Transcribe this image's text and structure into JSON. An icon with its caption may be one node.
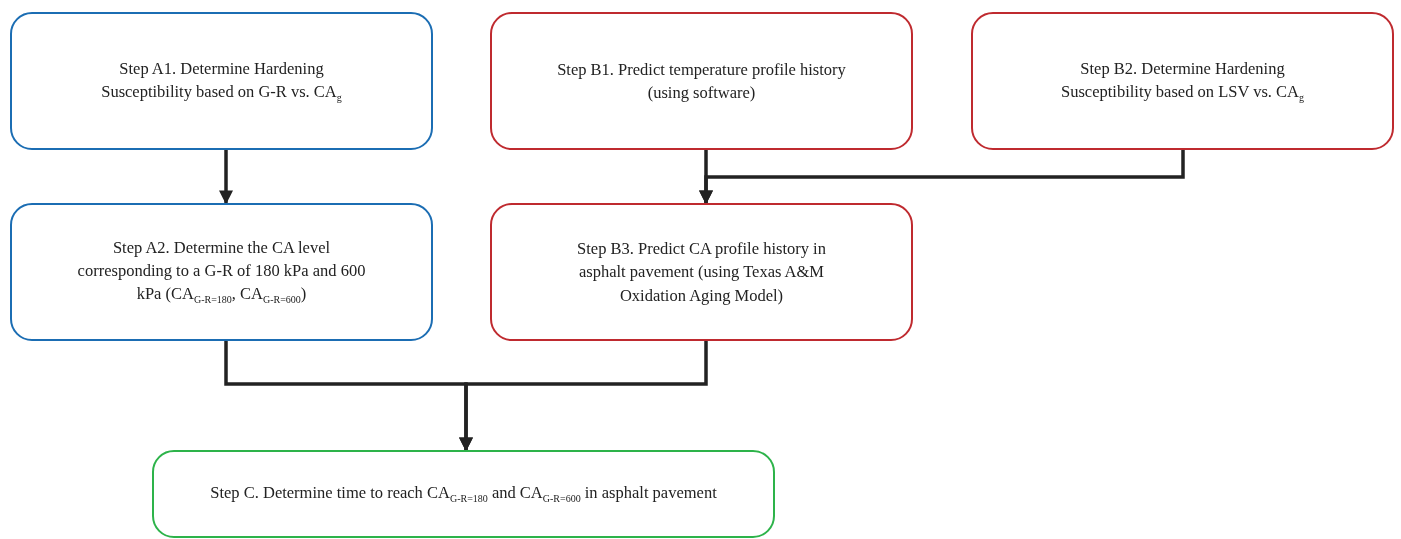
{
  "diagram": {
    "nodes": [
      {
        "text": [
          "Step A1. Determine Hardening Susceptibility based on G-R vs. CA$_{g}$"
        ]
      },
      {
        "text": [
          "Step B1. Predict temperature profile history (using software)"
        ]
      },
      {
        "text": [
          "Step B2. Determine Hardening Susceptibility based on LSV vs. CA$_{g}$"
        ]
      },
      {
        "text": [
          "Step A2. Determine the CA level corresponding to a G-R of 180 kPa and 600 kPa (CA$_{G-R=180}$, CA$_{G-R=600}$)"
        ]
      },
      {
        "text": [
          "Step B3. Predict CA profile history in asphalt pavement (using Texas A&M Oxidation Aging Model)"
        ]
      },
      {
        "text": [
          "Step C. Determine time to reach CA$_{G-R=180}$ and CA$_{G-R=600}$ in asphalt pavement"
        ]
      }
    ],
    "edges": [
      {
        "from": 0,
        "to": 3,
        "arrow": "to"
      },
      {
        "from": 1,
        "to": 4,
        "arrow": "to"
      },
      {
        "from": 2,
        "to": 4,
        "arrow": "to"
      },
      {
        "from": 3,
        "to": 5,
        "arrow": "to"
      },
      {
        "from": 4,
        "to": 5,
        "arrow": "to"
      }
    ]
  }
}
